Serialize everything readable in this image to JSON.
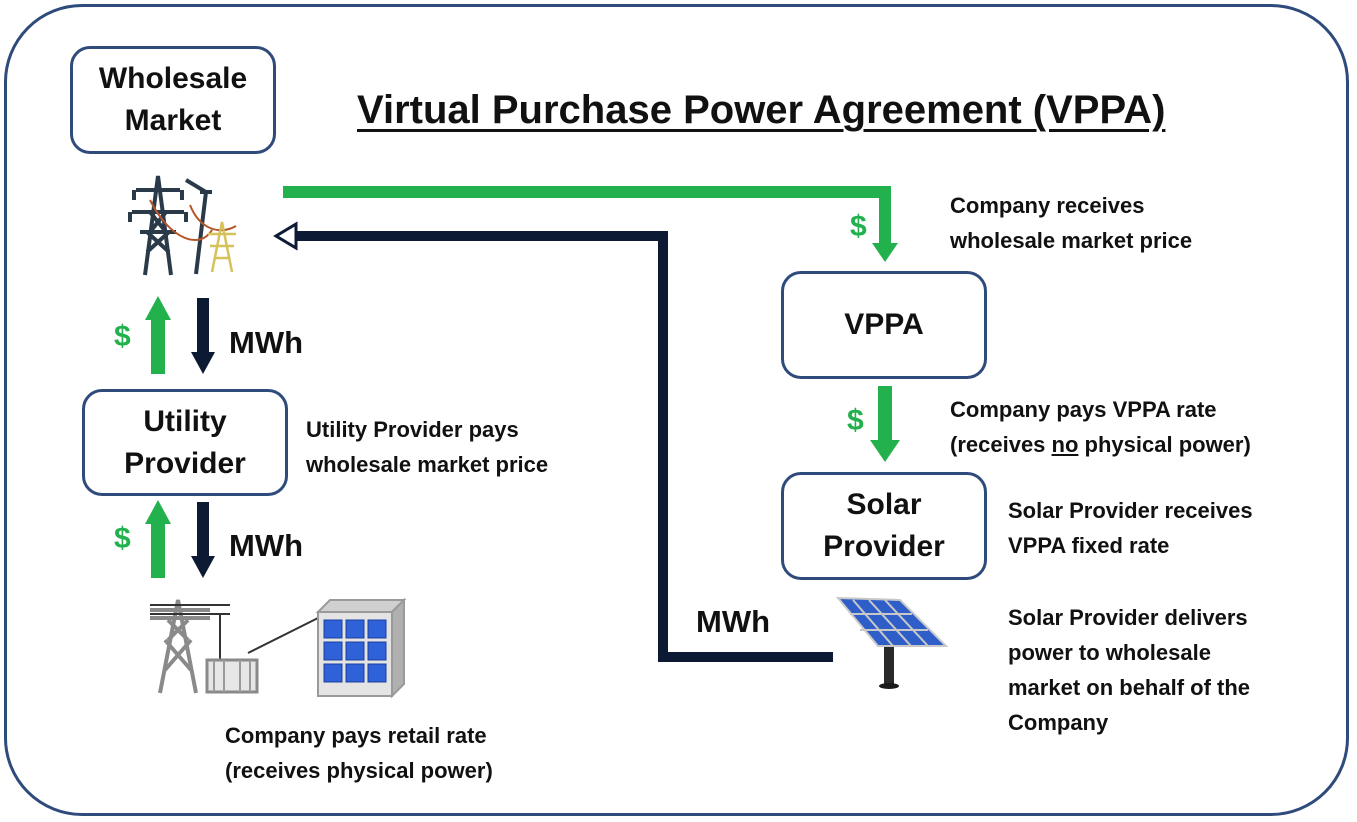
{
  "title": "Virtual Purchase Power Agreement (VPPA)",
  "nodes": {
    "wholesale_market": "Wholesale\nMarket",
    "utility_provider": "Utility\nProvider",
    "vppa": "VPPA",
    "solar_provider": "Solar\nProvider"
  },
  "flow_labels": {
    "mwh_top": "MWh",
    "mwh_bottom": "MWh",
    "mwh_solar": "MWh",
    "dollar_top_left": "$",
    "dollar_bottom_left": "$",
    "dollar_vppa_in": "$",
    "dollar_vppa_out": "$"
  },
  "annotations": {
    "company_receives": [
      "Company receives",
      "wholesale market price"
    ],
    "utility_pays": [
      "Utility Provider pays",
      "wholesale market price"
    ],
    "company_pays_vppa": {
      "line1": "Company pays VPPA rate",
      "line2_pre": "(receives ",
      "line2_underlined": "no",
      "line2_post": " physical power)"
    },
    "solar_receives": [
      "Solar Provider receives",
      "VPPA fixed rate"
    ],
    "solar_delivers": [
      "Solar Provider delivers",
      "power to wholesale",
      "market on behalf of the",
      "Company"
    ],
    "company_pays_retail": [
      "Company pays retail rate",
      "(receives physical power)"
    ]
  },
  "icons": [
    "transmission-tower-icon",
    "substation-icon",
    "office-building-icon",
    "solar-panel-icon"
  ],
  "colors": {
    "money_flow": "#22b14c",
    "power_flow": "#0d1a33",
    "box_border": "#2f4b7c"
  }
}
